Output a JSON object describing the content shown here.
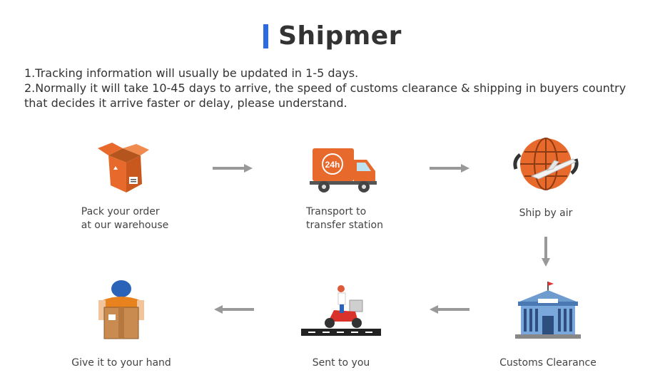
{
  "header": {
    "title": "Shipmer"
  },
  "notes": {
    "line1": "1.Tracking information will usually be updated in 1-5 days.",
    "line2": "2.Normally it will take 10-45 days to arrive, the speed of customs clearance & shipping in buyers country that decides it arrive faster or delay, please understand."
  },
  "steps": [
    {
      "label_line1": "Pack your order",
      "label_line2": "at our warehouse",
      "icon": "package-box-icon"
    },
    {
      "label_line1": "Transport to",
      "label_line2": "transfer station",
      "icon": "delivery-truck-24h-icon"
    },
    {
      "label": "Ship by air",
      "icon": "globe-airplane-icon"
    },
    {
      "label": "Customs Clearance",
      "icon": "customs-building-icon"
    },
    {
      "label": "Sent to you",
      "icon": "courier-scooter-icon"
    },
    {
      "label": "Give it to your hand",
      "icon": "courier-with-parcel-icon"
    }
  ],
  "truck_badge": "24h",
  "colors": {
    "accent": "#2f6be0",
    "orange": "#e8692c",
    "arrow": "#999999"
  }
}
